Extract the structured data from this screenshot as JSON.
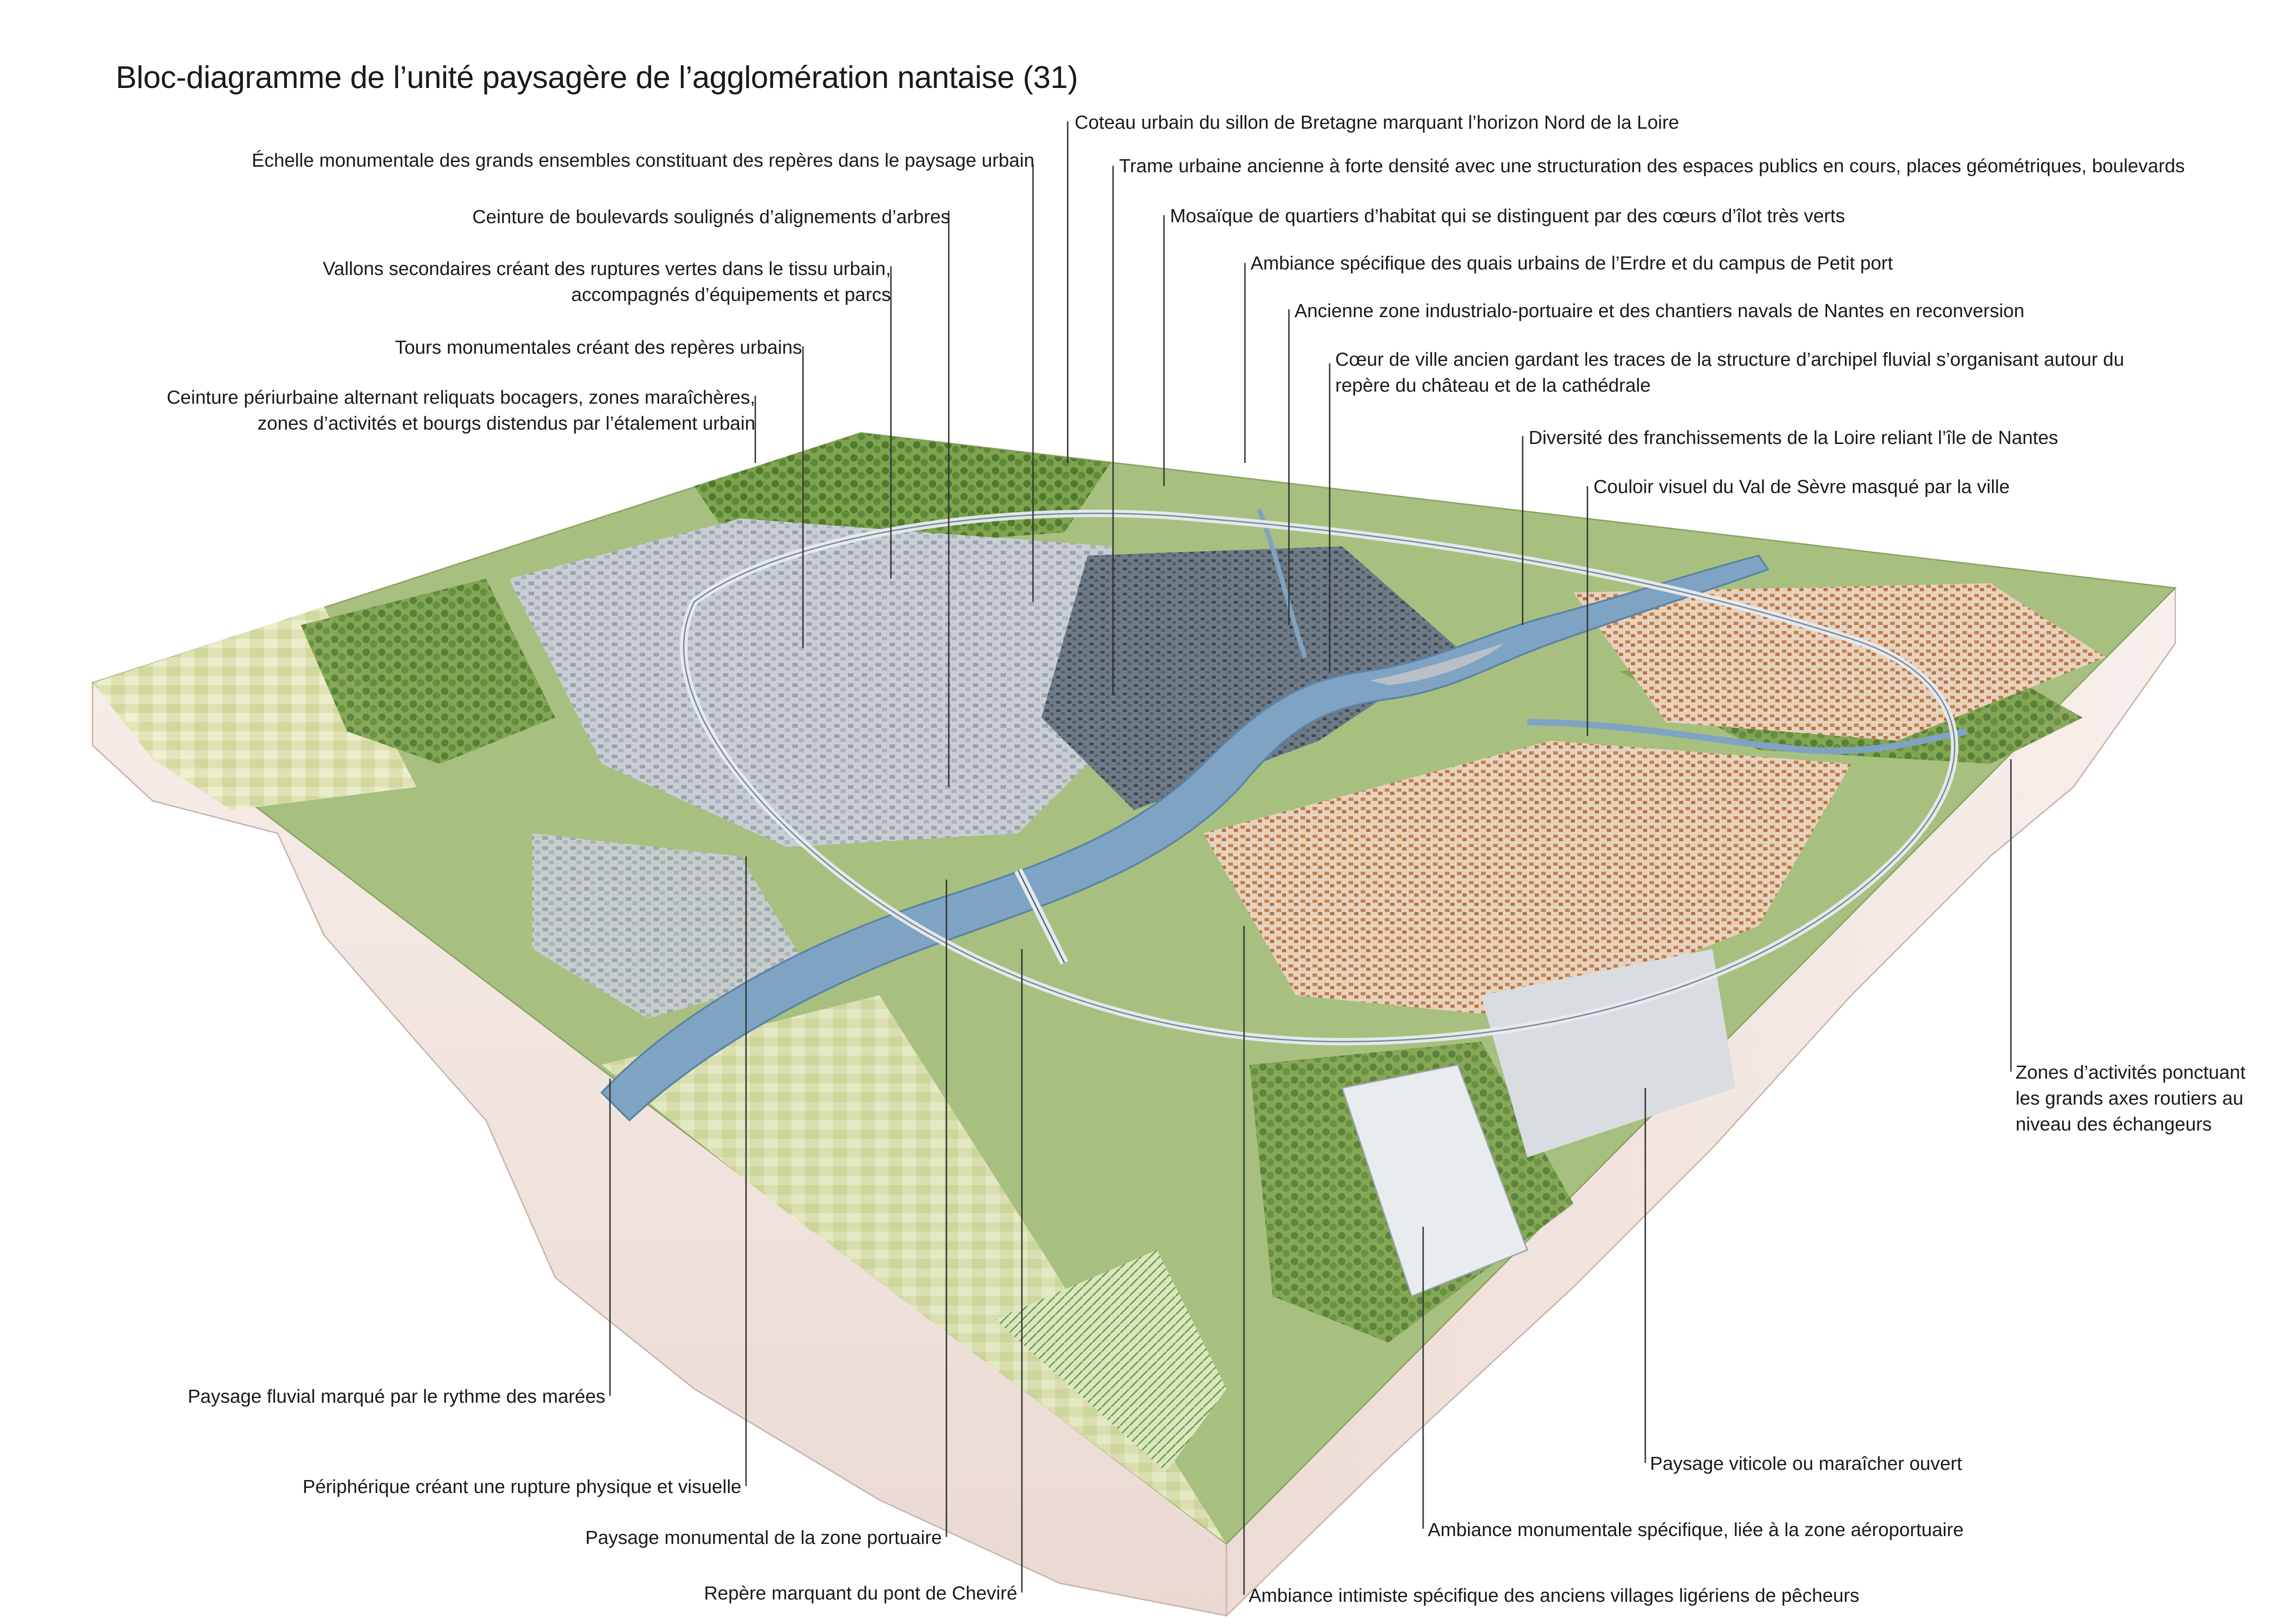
{
  "title": "Bloc-diagramme de l’unité paysagère de l’agglomération nantaise (31)",
  "colors": {
    "water": "#7fa3c2",
    "water_dark": "#5d83a6",
    "block_side": "#f2e6e1",
    "block_side_edge": "#c9b3ab",
    "urban_grey": "#b9bfc6",
    "urban_dark": "#4a5560",
    "vegetation": "#5f8a3e",
    "vegetation_light": "#a9c07a",
    "fields": "#d9dcaa",
    "roofs": "#c98a5a",
    "roads": "#e6ebf0",
    "leader": "#333333"
  },
  "labels": {
    "l01": "Échelle monumentale des grands ensembles constituant des repères dans le paysage urbain",
    "l02": "Ceinture de boulevards soulignés d’alignements d’arbres",
    "l03a": "Vallons secondaires créant des ruptures vertes dans le tissu urbain,",
    "l03b": "accompagnés d’équipements et parcs",
    "l04": "Tours monumentales créant des repères urbains",
    "l05a": "Ceinture périurbaine alternant reliquats bocagers, zones maraîchères,",
    "l05b": "zones d’activités et bourgs distendus par l’étalement urbain",
    "l06": "Coteau urbain du sillon de Bretagne marquant l’horizon Nord de la Loire",
    "l07": "Trame urbaine ancienne à forte densité avec une structuration des espaces publics en cours, places géométriques, boulevards",
    "l08": "Mosaïque de quartiers d’habitat qui se distinguent par des cœurs d’îlot très verts",
    "l09": "Ambiance spécifique des quais urbains de l’Erdre et du campus de Petit port",
    "l10": "Ancienne zone industrialo-portuaire et des chantiers navals de Nantes en reconversion",
    "l11a": "Cœur de ville ancien gardant les traces de la structure d’archipel fluvial s’organisant autour du",
    "l11b": "repère du château et de la cathédrale",
    "l12": "Diversité des franchissements de la Loire reliant l’île de Nantes",
    "l13": "Couloir visuel du Val de Sèvre masqué par la ville",
    "l14a": "Zones d’activités ponctuant",
    "l14b": "les grands axes routiers au",
    "l14c": "niveau des échangeurs",
    "l15": "Paysage fluvial marqué par le rythme des marées",
    "l16": "Périphérique créant une rupture physique et visuelle",
    "l17": "Paysage monumental de la zone portuaire",
    "l18": "Repère marquant du pont de Cheviré",
    "l19": "Paysage viticole ou maraîcher ouvert",
    "l20": "Ambiance monumentale spécifique, liée à la zone aéroportuaire",
    "l21": "Ambiance intimiste spécifique des anciens villages ligériens de pêcheurs"
  }
}
